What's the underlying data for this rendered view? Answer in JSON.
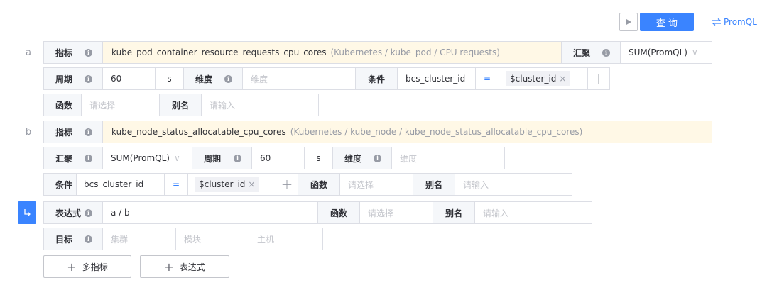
{
  "toolbar": {
    "run_icon": "play-icon",
    "query_label": "查 询",
    "promql_label": "PromQL",
    "promql_icon": "switch-arrows-icon"
  },
  "query_a": {
    "letter": "a",
    "metric_label": "指标",
    "metric_name": "kube_pod_container_resource_requests_cpu_cores",
    "metric_desc": "(Kubernetes / kube_pod / CPU requests)",
    "agg_label": "汇聚",
    "agg_value": "SUM(PromQL)",
    "period_label": "周期",
    "period_value": "60",
    "period_unit": "s",
    "dim_label": "维度",
    "dim_placeholder": "维度",
    "cond_label": "条件",
    "cond_key": "bcs_cluster_id",
    "cond_op": "=",
    "cond_value": "$cluster_id",
    "func_label": "函数",
    "func_placeholder": "请选择",
    "alias_label": "别名",
    "alias_placeholder": "请输入"
  },
  "query_b": {
    "letter": "b",
    "metric_label": "指标",
    "metric_name": "kube_node_status_allocatable_cpu_cores",
    "metric_desc": "(Kubernetes / kube_node / kube_node_status_allocatable_cpu_cores)",
    "agg_label": "汇聚",
    "agg_value": "SUM(PromQL)",
    "period_label": "周期",
    "period_value": "60",
    "period_unit": "s",
    "dim_label": "维度",
    "dim_placeholder": "维度",
    "cond_label": "条件",
    "cond_key": "bcs_cluster_id",
    "cond_op": "=",
    "cond_value": "$cluster_id",
    "func_label": "函数",
    "func_placeholder": "请选择",
    "alias_label": "别名",
    "alias_placeholder": "请输入"
  },
  "expression": {
    "icon": "return-arrow-icon",
    "label": "表达式",
    "value": "a / b",
    "func_label": "函数",
    "func_placeholder": "请选择",
    "alias_label": "别名",
    "alias_placeholder": "请输入"
  },
  "target": {
    "label": "目标",
    "cluster_placeholder": "集群",
    "module_placeholder": "模块",
    "host_placeholder": "主机"
  },
  "actions": {
    "add_metric_label": "多指标",
    "add_expression_label": "表达式"
  },
  "colors": {
    "primary": "#3a84ff",
    "metric_bg": "#fff8e6",
    "label_bg": "#f5f7fa",
    "border": "#dcdee5"
  }
}
